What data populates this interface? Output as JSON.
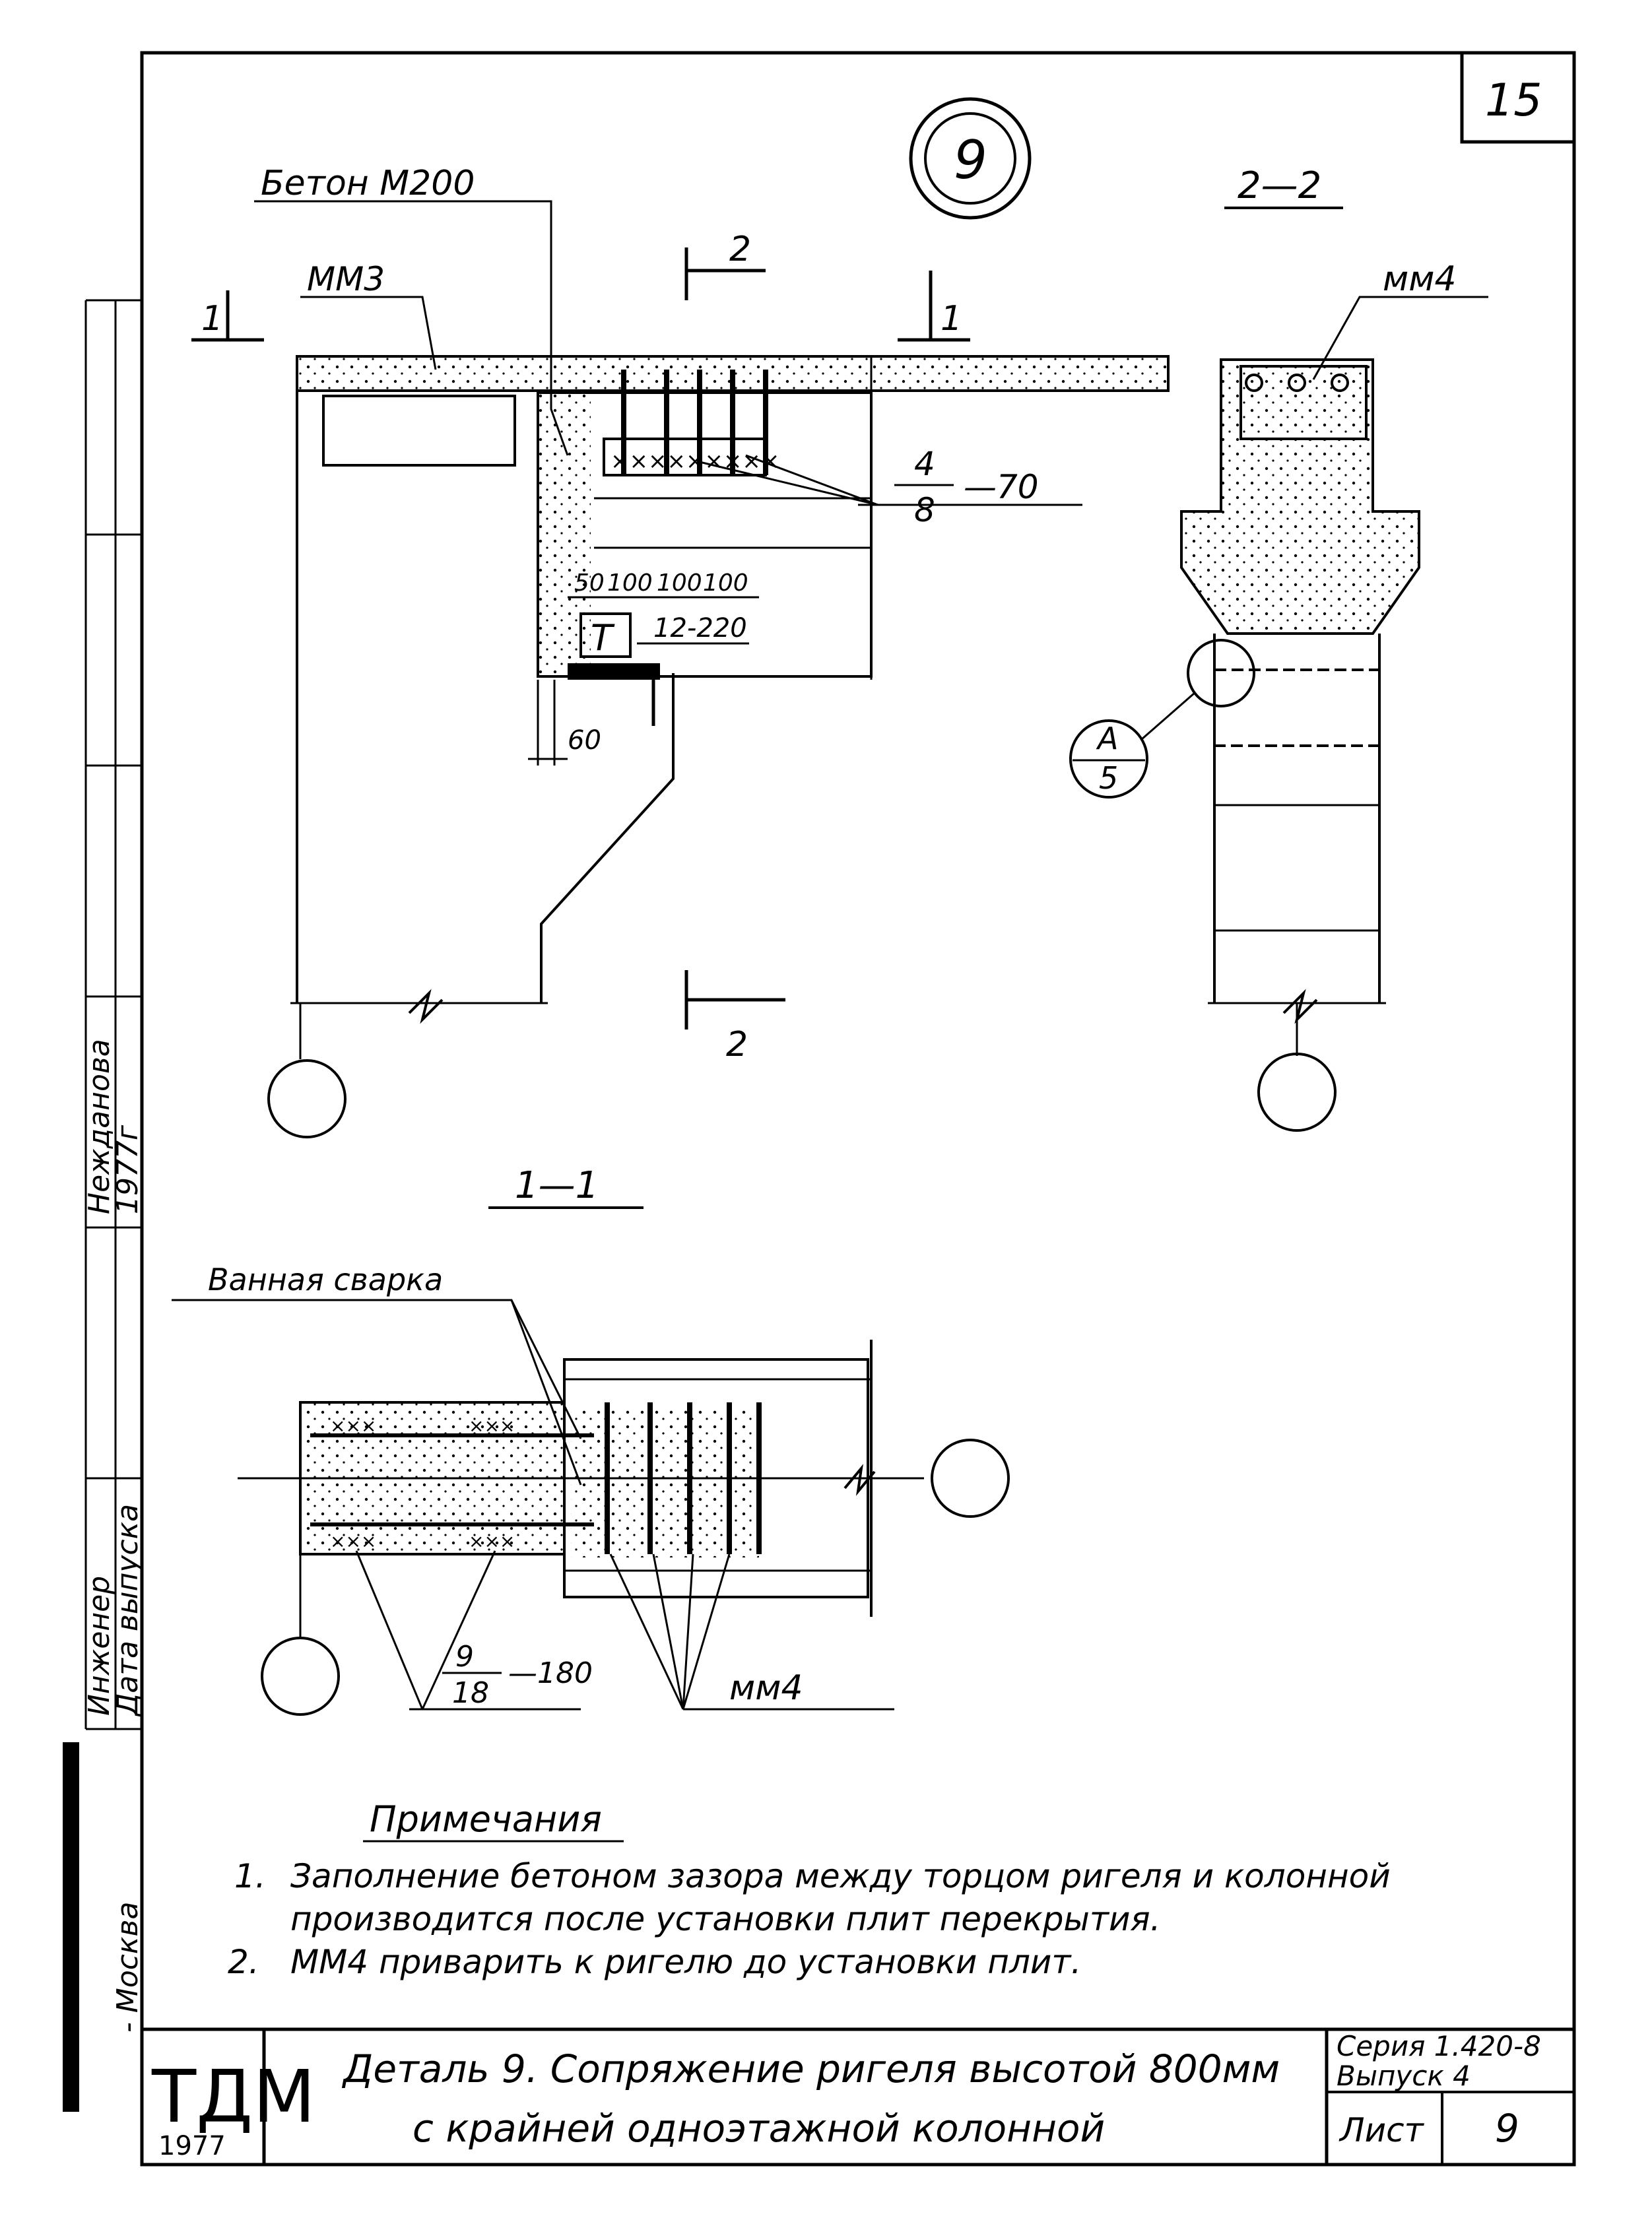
{
  "sheet_number": "15",
  "detail_marker": "9",
  "labels": {
    "concrete": "Бетон  М200",
    "mm3": "ММ3",
    "mm4_top": "мм4",
    "section_1_left": "1",
    "section_1_right": "1",
    "section_2_top": "2",
    "section_2_bottom": "2",
    "section_22_title": "2—2",
    "section_11_title": "1—1",
    "bars_num": "4",
    "bars_den": "8",
    "bars_len": "—70",
    "dim_50": "50",
    "dim_100a": "100",
    "dim_100b": "100",
    "dim_100c": "100",
    "dim_12_220": "12-220",
    "dim_60": "60",
    "t_mark": "Т",
    "callout_a": "А",
    "callout_5": "5",
    "bath_welding": "Ванная сварка",
    "bars2_num": "9",
    "bars2_den": "18",
    "bars2_len": "—180",
    "mm4_bottom": "мм4"
  },
  "notes": {
    "title": "Примечания",
    "items": [
      {
        "num": "1.",
        "text": "Заполнение бетоном зазора между торцом ригеля и колонной"
      },
      {
        "num": "",
        "text": "производится после установки плит перекрытия."
      },
      {
        "num": "2.",
        "text": "ММ4 приварить к ригелю до установки плит."
      }
    ]
  },
  "margin_stamp": {
    "engineer": "Инженер",
    "date_label": "Дата выпуска",
    "name": "Нежданова",
    "year": "1977г",
    "city": "- Москва"
  },
  "title_block": {
    "logo": "ТДМ",
    "logo_year": "1977",
    "title_line1": "Деталь 9.  Сопряжение ригеля высотой 800мм",
    "title_line2": "с крайней   одноэтажной   колонной",
    "series": "Серия 1.420-8",
    "issue": "Выпуск 4",
    "sheet_label": "Лист",
    "sheet_value": "9"
  }
}
